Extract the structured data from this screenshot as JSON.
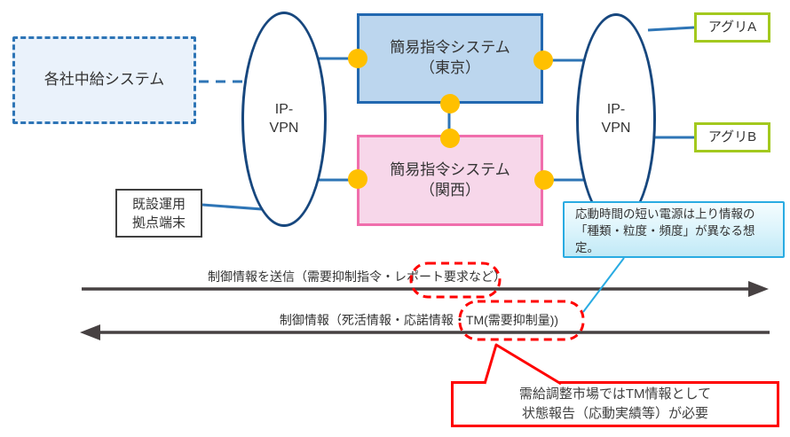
{
  "diagram": {
    "nodes": {
      "chukyu": {
        "label": "各社中給システム"
      },
      "vpn_left": {
        "line1": "IP-",
        "line2": "VPN"
      },
      "vpn_right": {
        "line1": "IP-",
        "line2": "VPN"
      },
      "tokyo": {
        "line1": "簡易指令システム",
        "line2": "（東京）"
      },
      "kansai": {
        "line1": "簡易指令システム",
        "line2": "（関西）"
      },
      "agri_a": {
        "label": "アグリA"
      },
      "agri_b": {
        "label": "アグリB"
      },
      "kisetsu": {
        "line1": "既設運用",
        "line2": "拠点端末"
      }
    },
    "flows": {
      "to_right_label": "制御情報を送信（需要抑制指令・レポート要求など）",
      "to_left_label": "制御情報（死活情報・応諾情報・TM(需要抑制量))"
    },
    "annotations": {
      "cyan_callout": "応動時間の短い電源は上り情報の「種類・粒度・頻度」が異なる想定。",
      "red_callout_line1": "需給調整市場ではTM情報として",
      "red_callout_line2": "状態報告（応動実績等）が必要"
    },
    "colors": {
      "blue_line": "#2E75B6",
      "ellipse_border": "#17477E",
      "tokyo_fill": "#BCD6EE",
      "tokyo_border": "#2268B0",
      "kansai_fill": "#F7D7EA",
      "kansai_border": "#F06EAC",
      "dashed_box_fill": "#EAF2FB",
      "agri_border": "#A3C91E",
      "connection_dot": "#FFC000",
      "cyan_callout_border": "#29ABE2",
      "arrow": "#474142",
      "highlight_red": "#FF0000",
      "text": "#333333"
    }
  }
}
